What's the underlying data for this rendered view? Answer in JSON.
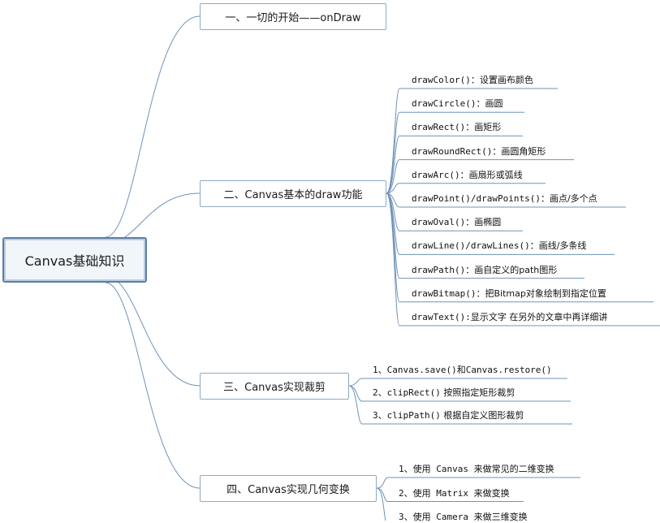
{
  "root": {
    "label": "Canvas基础知识"
  },
  "branches": [
    {
      "label": "一、一切的开始——onDraw",
      "children": []
    },
    {
      "label": "二、Canvas基本的draw功能",
      "children": [
        {
          "code": "drawColor()",
          "sep": "：",
          "desc": "设置画布颜色"
        },
        {
          "code": "drawCircle()",
          "sep": "：",
          "desc": "画圆"
        },
        {
          "code": "drawRect()",
          "sep": "：",
          "desc": "画矩形"
        },
        {
          "code": "drawRoundRect()",
          "sep": "：",
          "desc": "画圆角矩形"
        },
        {
          "code": "drawArc()",
          "sep": "：",
          "desc": "画扇形或弧线"
        },
        {
          "code": "drawPoint()/drawPoints()",
          "sep": "：",
          "desc": "画点/多个点"
        },
        {
          "code": "drawOval()",
          "sep": "：",
          "desc": "画椭圆"
        },
        {
          "code": "drawLine()/drawLines()",
          "sep": "：",
          "desc": "画线/多条线"
        },
        {
          "code": "drawPath()",
          "sep": "：",
          "desc": "画自定义的path图形"
        },
        {
          "code": "drawBitmap()",
          "sep": "：",
          "desc": "把Bitmap对象绘制到指定位置"
        },
        {
          "code": "drawText()",
          "sep": ":",
          "desc": "显示文字      在另外的文章中再详细讲"
        }
      ]
    },
    {
      "label": "三、Canvas实现裁剪",
      "children": [
        {
          "code": "1、Canvas.save()和Canvas.restore()",
          "sep": "",
          "desc": ""
        },
        {
          "code": "2、clipRect()",
          "sep": "",
          "desc": "      按照指定矩形裁剪"
        },
        {
          "code": "3、clipPath()",
          "sep": "",
          "desc": "      根据自定义图形裁剪"
        }
      ]
    },
    {
      "label": "四、Canvas实现几何变换",
      "children": [
        {
          "code": "1、使用 Canvas 来做常见的二维变换",
          "sep": "",
          "desc": ""
        },
        {
          "code": "2、使用 Matrix 来做变换",
          "sep": "",
          "desc": ""
        },
        {
          "code": "3、使用 Camera 来做三维变换",
          "sep": "",
          "desc": ""
        }
      ]
    }
  ],
  "colors": {
    "line": "#6f93b8",
    "root_border": "#5b7fa6",
    "branch_border": "#8eaac6"
  }
}
